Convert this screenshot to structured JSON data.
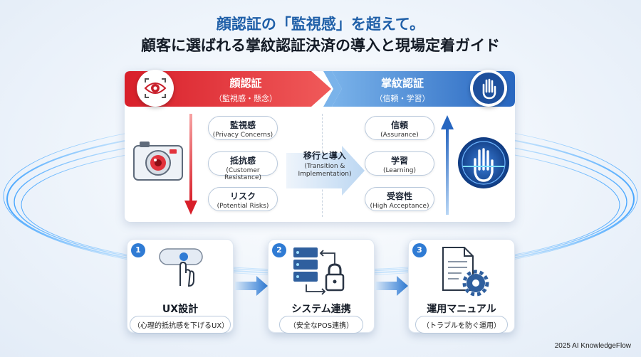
{
  "title": {
    "line1": "顔認証の「監視感」を超えて。",
    "line2": "顧客に選ばれる掌紋認証決済の導入と現場定着ガイド"
  },
  "left_banner": {
    "heading": "顔認証",
    "sub": "（監視感・懸念）",
    "color": "#e2323c"
  },
  "right_banner": {
    "heading": "掌紋認証",
    "sub": "（信頼・学習）",
    "color": "#2f73c9"
  },
  "left_items": [
    {
      "main": "監視感",
      "sub": "(Privacy Concerns)"
    },
    {
      "main": "抵抗感",
      "sub": "(Customer Resistance)"
    },
    {
      "main": "リスク",
      "sub": "(Potential Risks)"
    }
  ],
  "transition": {
    "main": "移行と導入",
    "sub1": "(Transition &",
    "sub2": "Implementation)"
  },
  "right_items": [
    {
      "main": "信頼",
      "sub": "(Assurance)"
    },
    {
      "main": "学習",
      "sub": "(Learning)"
    },
    {
      "main": "受容性",
      "sub": "(High Acceptance)"
    }
  ],
  "steps": [
    {
      "number": "1",
      "title": "UX設計",
      "sub": "（心理的抵抗感を下げるUX）",
      "icon": "touch-button-icon"
    },
    {
      "number": "2",
      "title": "システム連携",
      "sub": "（安全なPOS連携）",
      "icon": "server-lock-icon"
    },
    {
      "number": "3",
      "title": "運用マニュアル",
      "sub": "（トラブルを防ぐ運用）",
      "icon": "document-gear-icon"
    }
  ],
  "credit": "2025 AI KnowledgeFlow"
}
